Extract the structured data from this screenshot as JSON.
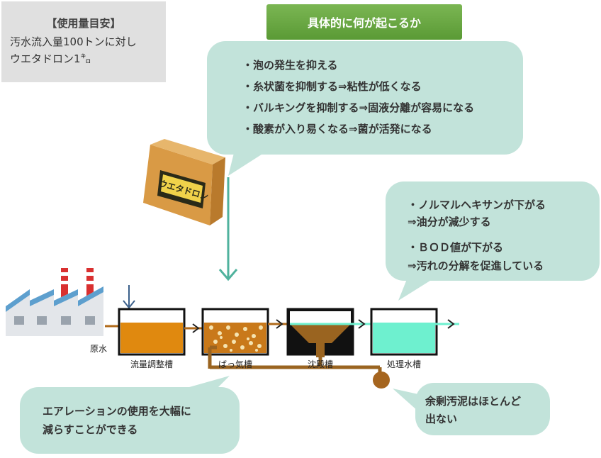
{
  "usage": {
    "title": "【使用量目安】",
    "lines": [
      "汚水流入量100トンに対し",
      "ウエタドロン1㌔"
    ]
  },
  "header": {
    "label": "具体的に何が起こるか"
  },
  "effects_main": [
    "・泡の発生を抑える",
    "・糸状菌を抑制する⇒粘性が低くなる",
    "・バルキングを抑制する⇒固液分離が容易になる",
    "・酸素が入り易くなる⇒菌が活発になる"
  ],
  "effects_right": [
    "・ノルマルヘキサンが下がる",
    "⇒油分が減少する",
    "・ＢＯＤ値が下がる",
    "⇒汚れの分解を促進している"
  ],
  "product": {
    "box_text": "ウエタドロン"
  },
  "process": {
    "raw_water": "原水",
    "tanks": [
      "流量調整槽",
      "ばっ気槽",
      "沈殿槽",
      "処理水槽"
    ]
  },
  "aeration_note": [
    "エアレーションの使用を大幅に",
    "減らすことができる"
  ],
  "sludge_note": [
    "余剰汚泥はほとんど",
    "出ない"
  ],
  "colors": {
    "header_green": "#6aa843",
    "bubble_teal": "#c2e3da",
    "arrow_teal": "#4fb29d",
    "pipe_brown": "#b06a1a",
    "tank_orange": "#e0890f",
    "clear_water": "#6ef0cf",
    "factory_stripe_red": "#d93030"
  }
}
